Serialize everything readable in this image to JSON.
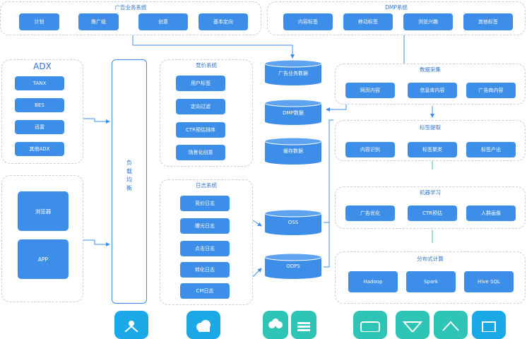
{
  "colors": {
    "accent": "#3d8ee8",
    "title": "#2f74d0",
    "border": "#c9ced6",
    "teal": "#2ec4b6"
  },
  "ad_business": {
    "title": "广告业务系统",
    "items": [
      "计划",
      "推广组",
      "创意",
      "基本定向"
    ]
  },
  "dmp": {
    "title": "DMP系统",
    "items": [
      "内容标签",
      "移动标签",
      "浏览兴趣",
      "其他标签"
    ]
  },
  "adx": {
    "title": "ADX",
    "items": [
      "TANX",
      "BES",
      "迅雷",
      "其他ADX"
    ]
  },
  "clients": {
    "items": [
      "浏览器",
      "APP"
    ]
  },
  "load_balancer": {
    "chars": [
      "负",
      "载",
      "均",
      "衡"
    ]
  },
  "bidding": {
    "title": "竞价系统",
    "items": [
      "用户标签",
      "定向过滤",
      "CTR预估排序",
      "场景化创意"
    ]
  },
  "logs": {
    "title": "日志系统",
    "items": [
      "竞价日志",
      "曝光日志",
      "点击日志",
      "转化日志",
      "CM日志"
    ]
  },
  "databases": {
    "items": [
      "广告业务数据",
      "DMP数据",
      "缓存数据",
      "OSS",
      "ODPS"
    ]
  },
  "data_collection": {
    "title": "数据采集",
    "items": [
      "网页内容",
      "信息库内容",
      "广告商内容"
    ]
  },
  "tag_extraction": {
    "title": "标签提取",
    "items": [
      "内容识别",
      "标签聚类",
      "标签产出"
    ]
  },
  "ml": {
    "title": "机器学习",
    "items": [
      "广告优化",
      "CTR预估",
      "人群画像"
    ]
  },
  "distributed": {
    "title": "分布式计算",
    "items": [
      "Hadoop",
      "Spark",
      "Hive SQL"
    ]
  },
  "bottom_icons": [
    "network-icon",
    "cloud-icon",
    "flower-icon",
    "stack-icon",
    "ide-icon",
    "triangle-icon",
    "house-icon",
    "puzzle-icon"
  ]
}
